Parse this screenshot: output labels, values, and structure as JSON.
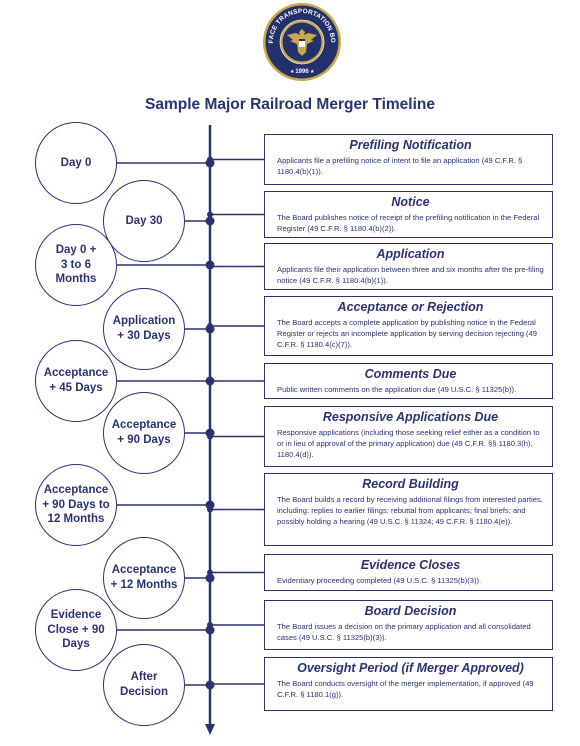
{
  "seal": {
    "text": "SURFACE TRANSPORTATION BOARD",
    "year": "1996"
  },
  "title": "Sample Major Railroad Merger Timeline",
  "colors": {
    "navy": "#2b3272",
    "gold": "#c9a84a"
  },
  "milestones": [
    {
      "time": "Day 0",
      "title": "Prefiling Notification",
      "desc": "Applicants file a prefiling notice of intent to file an application (49 C.F.R. § 1180.4(b)(1))."
    },
    {
      "time": "Day 30",
      "title": "Notice",
      "desc": "The Board publishes notice of receipt of the prefiling notification in the Federal Register (49 C.F.R. § 1180.4(b)(2))."
    },
    {
      "time": "Day 0 +\n3 to 6\nMonths",
      "title": "Application",
      "desc": "Applicants file their application between three and six months after the pre-filing notice (49 C.F.R. § 1180.4(b)(1))."
    },
    {
      "time": "Application\n+ 30 Days",
      "title": "Acceptance or Rejection",
      "desc": "The Board accepts a complete application by publishing notice in the Federal Register or rejects an incomplete application by serving decision rejecting (49 C.F.R. § 1180.4(c)(7))."
    },
    {
      "time": "Acceptance\n+ 45 Days",
      "title": "Comments Due",
      "desc": "Public written comments on the application due (49 U.S.C. § 11325(b))."
    },
    {
      "time": "Acceptance\n+ 90 Days",
      "title": "Responsive Applications Due",
      "desc": "Responsive applications (including those seeking relief either as a condition to or in lieu of approval of the primary application) due (49 C.F.R. §§ 1180.3(h), 1180.4(d))."
    },
    {
      "time": "Acceptance\n+ 90 Days to\n12 Months",
      "title": "Record Building",
      "desc": "The Board builds a record by receiving additional filings from interested parties, including: replies to earlier filings; rebuttal from applicants; final briefs; and possibly holding a hearing (49 U.S.C. § 11324; 49 C.F.R. § 1180.4(e))."
    },
    {
      "time": "Acceptance\n+ 12 Months",
      "title": "Evidence Closes",
      "desc": "Evidentiary proceeding completed (49 U.S.C. § 11325(b)(3))."
    },
    {
      "time": "Evidence\nClose + 90\nDays",
      "title": "Board Decision",
      "desc": "The Board issues a decision on the primary application and all consolidated cases (49 U.S.C. § 11325(b)(3))."
    },
    {
      "time": "After\nDecision",
      "title": "Oversight Period (if Merger Approved)",
      "desc": "The Board conducts oversight of the merger implementation, if approved (49 C.F.R. § 1180.1(g))."
    }
  ]
}
